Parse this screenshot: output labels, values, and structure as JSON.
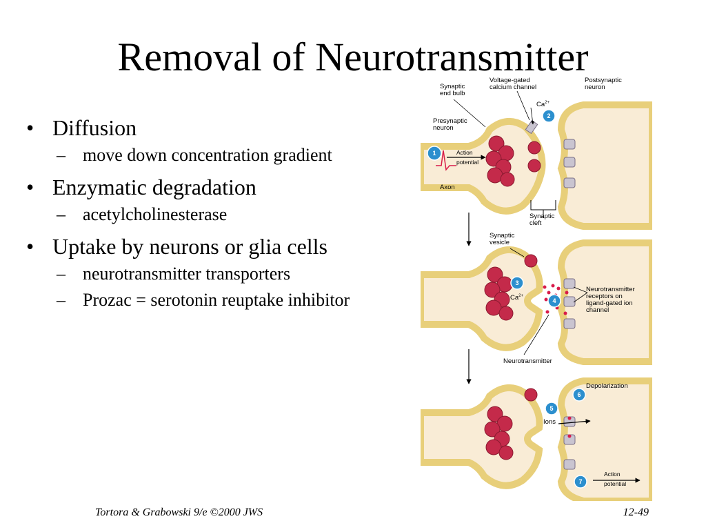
{
  "slide": {
    "title": "Removal of Neurotransmitter",
    "bullet_glyph": "•",
    "dash_glyph": "–",
    "bullets": [
      {
        "text": "Diffusion",
        "subs": [
          "move down concentration gradient"
        ]
      },
      {
        "text": "Enzymatic degradation",
        "subs": [
          "acetylcholinesterase"
        ]
      },
      {
        "text": "Uptake by neurons or glia cells",
        "subs": [
          "neurotransmitter transporters",
          "Prozac = serotonin reuptake inhibitor"
        ]
      }
    ],
    "footer_left": "Tortora & Grabowski 9/e ©2000 JWS",
    "footer_right": "12-49"
  },
  "figure": {
    "labels": {
      "synaptic_end_bulb": [
        "Synaptic",
        "end bulb"
      ],
      "vg_calcium_channel": [
        "Voltage-gated",
        "calcium channel"
      ],
      "postsynaptic_neuron": [
        "Postsynaptic",
        "neuron"
      ],
      "presynaptic_neuron": [
        "Presynaptic",
        "neuron"
      ],
      "ca": "Ca",
      "ca_sup": "2+",
      "action_potential": [
        "Action",
        "potential"
      ],
      "axon": "Axon",
      "synaptic_cleft": [
        "Synaptic",
        "cleft"
      ],
      "synaptic_vesicle": [
        "Synaptic",
        "vesicle"
      ],
      "nt_receptors": [
        "Neurotransmitter",
        "receptors on",
        "ligand-gated ion",
        "channel"
      ],
      "neurotransmitter": "Neurotransmitter",
      "depolarization": "Depolarization",
      "ions": "Ions"
    },
    "steps": [
      "1",
      "2",
      "3",
      "4",
      "5",
      "6",
      "7"
    ],
    "colors": {
      "membrane": "#e8cf7a",
      "cytoplasm": "#f9ecd6",
      "vesicle": "#c42a4a",
      "nt_dot": "#d81b4a",
      "step_circle": "#2c8fce",
      "channel": "#c9c4d0"
    }
  }
}
